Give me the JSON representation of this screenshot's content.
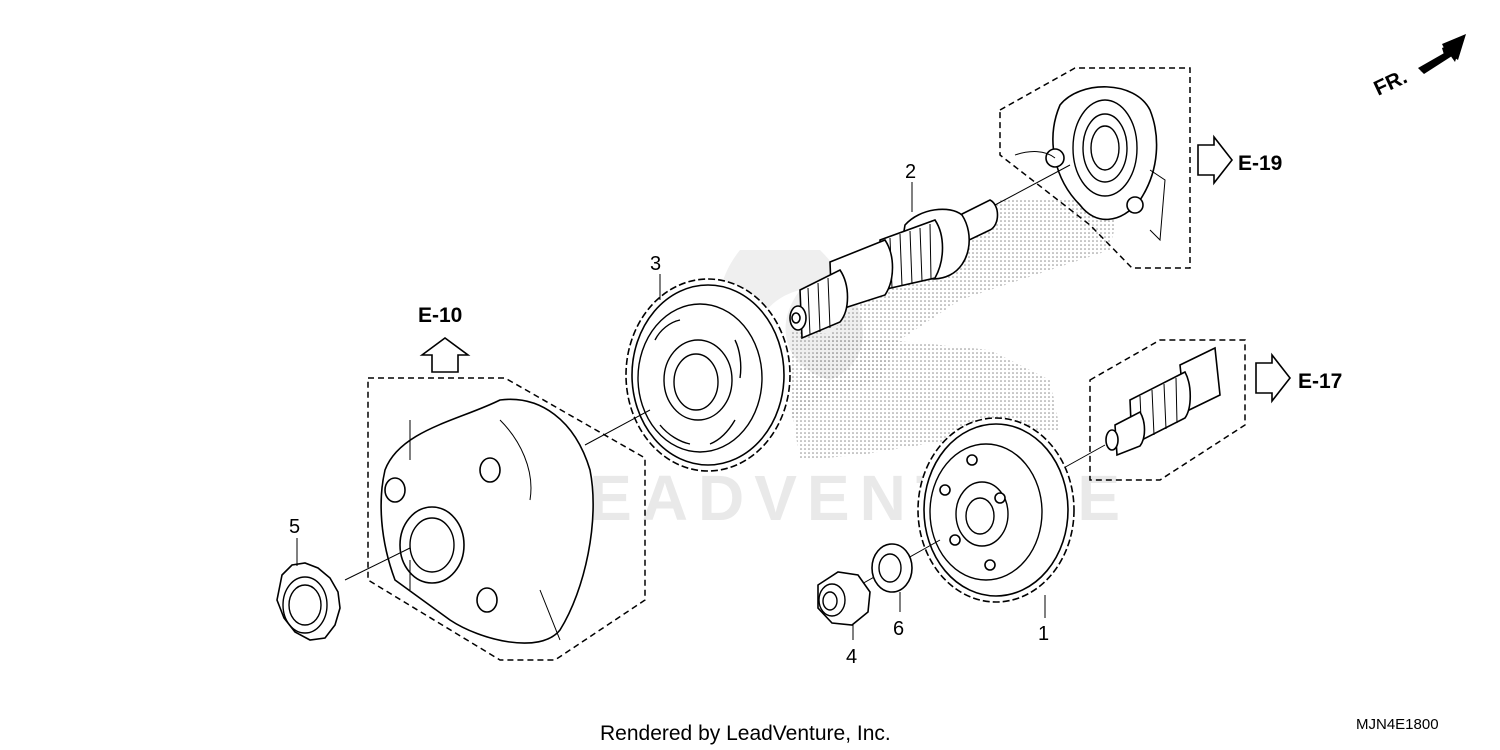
{
  "diagram": {
    "watermark": "LEADVENTURE",
    "direction_label": "FR.",
    "callouts": [
      {
        "id": "1",
        "text": "1"
      },
      {
        "id": "2",
        "text": "2"
      },
      {
        "id": "3",
        "text": "3"
      },
      {
        "id": "4",
        "text": "4"
      },
      {
        "id": "5",
        "text": "5"
      },
      {
        "id": "6",
        "text": "6"
      }
    ],
    "references": {
      "e10": "E-10",
      "e17": "E-17",
      "e19": "E-19"
    },
    "footer": "Rendered by LeadVenture, Inc.",
    "diagram_code": "MJN4E1800"
  }
}
